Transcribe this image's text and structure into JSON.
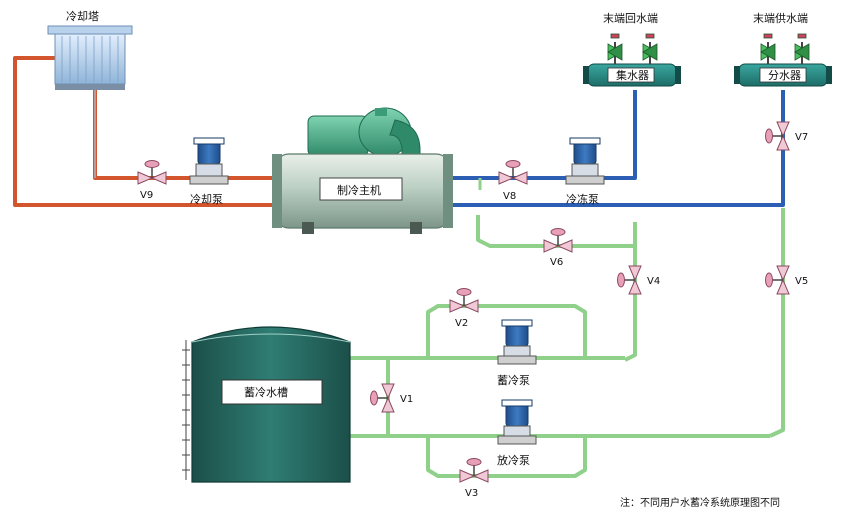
{
  "labels": {
    "cooling_tower": "冷却塔",
    "return_header_title": "末端回水端",
    "supply_header_title": "末端供水端",
    "collector": "集水器",
    "distributor": "分水器",
    "chiller": "制冷主机",
    "cooling_pump": "冷却泵",
    "chilled_pump": "冷冻泵",
    "storage_tank": "蓄冷水槽",
    "storage_pump": "蓄冷泵",
    "discharge_pump": "放冷泵",
    "note": "注：不同用户水蓄冷系统原理图不同"
  },
  "valves": {
    "v1": "V1",
    "v2": "V2",
    "v3": "V3",
    "v4": "V4",
    "v5": "V5",
    "v6": "V6",
    "v7": "V7",
    "v8": "V8",
    "v9": "V9"
  },
  "colors": {
    "cooling_pipe": "#d2552e",
    "chilled_pipe": "#2c5fb3",
    "storage_pipe": "#8fd08a",
    "equipment_teal": "#2a7d78",
    "chiller_green": "#5aa98d",
    "valve_pink": "#e8a0b8"
  }
}
